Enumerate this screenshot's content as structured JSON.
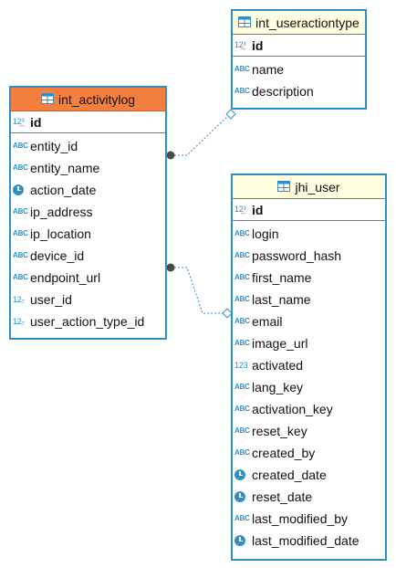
{
  "diagram": {
    "accent_color": "#2f8fc9",
    "tables": {
      "activitylog": {
        "title": "int_activitylog",
        "header_color": "#f57f3f",
        "pk": {
          "name": "id",
          "icon": "number-key-icon"
        },
        "columns": [
          {
            "name": "entity_id",
            "icon": "text-abc-icon"
          },
          {
            "name": "entity_name",
            "icon": "text-abc-icon"
          },
          {
            "name": "action_date",
            "icon": "clock-icon"
          },
          {
            "name": "ip_address",
            "icon": "text-abc-icon"
          },
          {
            "name": "ip_location",
            "icon": "text-abc-icon"
          },
          {
            "name": "device_id",
            "icon": "text-abc-icon"
          },
          {
            "name": "endpoint_url",
            "icon": "text-abc-icon"
          },
          {
            "name": "user_id",
            "icon": "number-fk-icon"
          },
          {
            "name": "user_action_type_id",
            "icon": "number-fk-icon"
          }
        ]
      },
      "useractiontype": {
        "title": "int_useractiontype",
        "header_color": "#fefee0",
        "pk": {
          "name": "id",
          "icon": "number-key-icon"
        },
        "columns": [
          {
            "name": "name",
            "icon": "text-abc-icon"
          },
          {
            "name": "description",
            "icon": "text-abc-icon"
          }
        ]
      },
      "jhi_user": {
        "title": "jhi_user",
        "header_color": "#fefee0",
        "pk": {
          "name": "id",
          "icon": "number-key-icon"
        },
        "columns": [
          {
            "name": "login",
            "icon": "text-unique-icon"
          },
          {
            "name": "password_hash",
            "icon": "text-abc-icon"
          },
          {
            "name": "first_name",
            "icon": "text-abc-icon"
          },
          {
            "name": "last_name",
            "icon": "text-abc-icon"
          },
          {
            "name": "email",
            "icon": "text-unique-icon"
          },
          {
            "name": "image_url",
            "icon": "text-abc-icon"
          },
          {
            "name": "activated",
            "icon": "number-icon"
          },
          {
            "name": "lang_key",
            "icon": "text-abc-icon"
          },
          {
            "name": "activation_key",
            "icon": "text-abc-icon"
          },
          {
            "name": "reset_key",
            "icon": "text-abc-icon"
          },
          {
            "name": "created_by",
            "icon": "text-abc-icon"
          },
          {
            "name": "created_date",
            "icon": "clock-icon"
          },
          {
            "name": "reset_date",
            "icon": "clock-icon"
          },
          {
            "name": "last_modified_by",
            "icon": "text-abc-icon"
          },
          {
            "name": "last_modified_date",
            "icon": "clock-icon"
          }
        ]
      }
    },
    "relationships": [
      {
        "from": "int_activitylog.user_action_type_id",
        "to": "int_useractiontype.id"
      },
      {
        "from": "int_activitylog.user_id",
        "to": "jhi_user.id"
      }
    ]
  }
}
